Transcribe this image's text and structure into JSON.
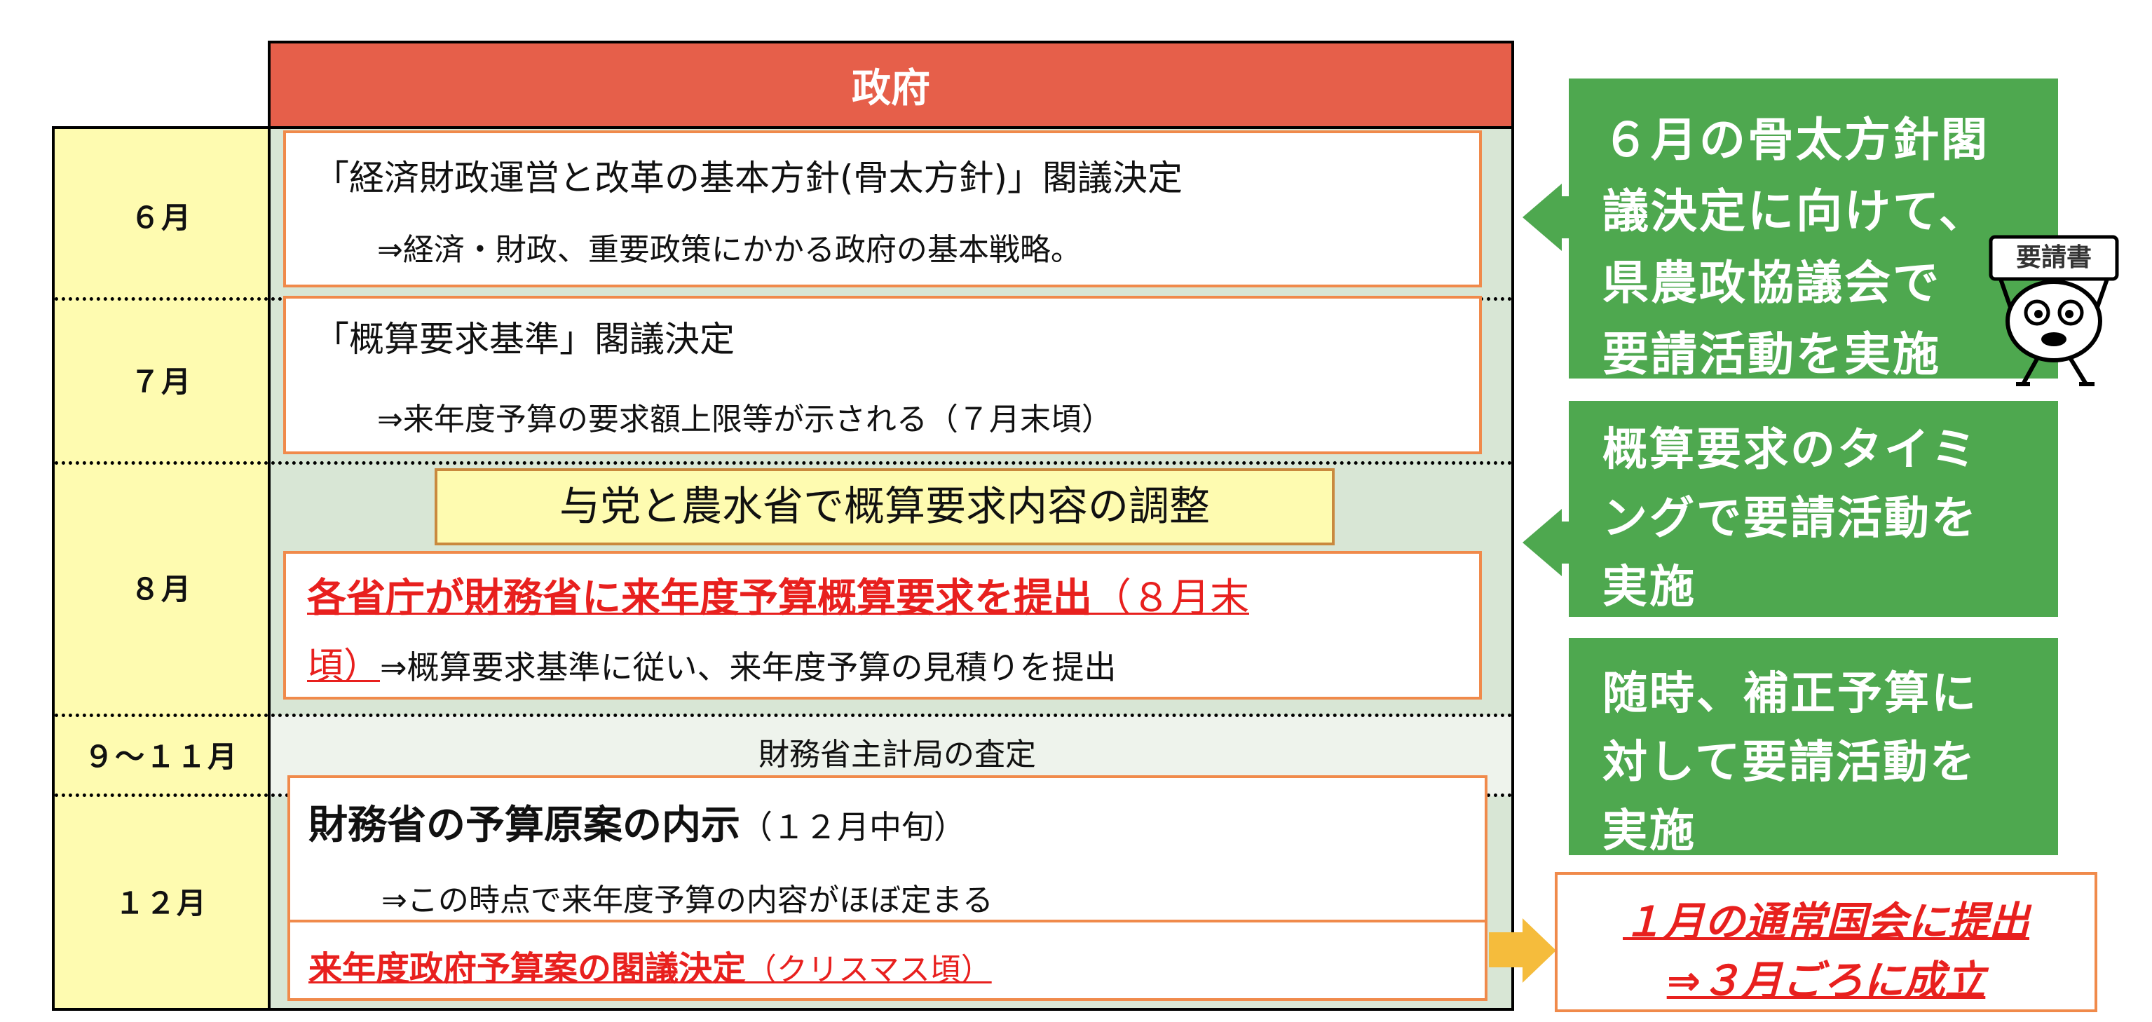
{
  "header": {
    "title": "政府"
  },
  "months": [
    {
      "label": "６月"
    },
    {
      "label": "７月"
    },
    {
      "label": "８月"
    },
    {
      "label": "９〜１１月"
    },
    {
      "label": "１２月"
    }
  ],
  "june": {
    "title": "「経済財政運営と改革の基本方針(骨太方針)」閣議決定",
    "detail": "⇒経済・財政、重要政策にかかる政府の基本戦略。"
  },
  "july": {
    "title": "「概算要求基準」閣議決定",
    "detail": "⇒来年度予算の要求額上限等が示される（７月末頃）"
  },
  "august": {
    "coordination": "与党と農水省で概算要求内容の調整",
    "submit_highlight": "各省庁が財務省に来年度予算概算要求を提出",
    "submit_timing_part1": "（８月末",
    "submit_timing_part2": "頃）",
    "submit_detail": "⇒概算要求基準に従い、来年度予算の見積りを提出"
  },
  "sep_nov": {
    "text": "財務省主計局の査定"
  },
  "december": {
    "draft_title": "財務省の予算原案の内示",
    "draft_timing": "（１２月中旬）",
    "draft_detail": "⇒この時点で来年度予算の内容がほぼ定まる",
    "cabinet_highlight": "来年度政府予算案の閣議決定",
    "cabinet_timing": "（クリスマス頃）"
  },
  "side_boxes": [
    {
      "lines": [
        "６月の骨太方針閣",
        "議決定に向けて、",
        "県農政協議会で",
        "要請活動を実施"
      ]
    },
    {
      "lines": [
        "概算要求のタイミ",
        "ングで要請活動を",
        "実施"
      ]
    },
    {
      "lines": [
        "随時、補正予算に",
        "対して要請活動を",
        "実施"
      ]
    }
  ],
  "mascot": {
    "sign": "要請書"
  },
  "diet": {
    "line1": "１月の通常国会に提出",
    "line2": "⇒３月ごろに成立"
  },
  "colors": {
    "header_red": "#e65f4a",
    "month_yellow": "#fefbb0",
    "panel_green_gray": "#d8e6d5",
    "side_green": "#4ea84f",
    "highlight_red": "#e8201e",
    "box_orange": "#f08a4b",
    "arrow_orange": "#f5bc3c"
  }
}
